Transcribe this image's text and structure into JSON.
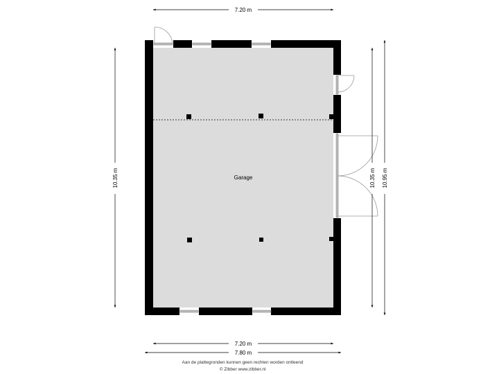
{
  "room": {
    "label": "Garage",
    "floor_color": "#dcdcdc"
  },
  "dimensions": {
    "top_width": "7.20 m",
    "bottom_inner_width": "7.20 m",
    "bottom_outer_width": "7.80 m",
    "left_height": "10.35 m",
    "right_inner_height": "10.35 m",
    "right_outer_height": "10.95 m"
  },
  "footer": {
    "disclaimer": "Aan de plattegronden kunnen geen rechten worden ontleend",
    "copyright": "© Zibber www.zibber.nl"
  }
}
